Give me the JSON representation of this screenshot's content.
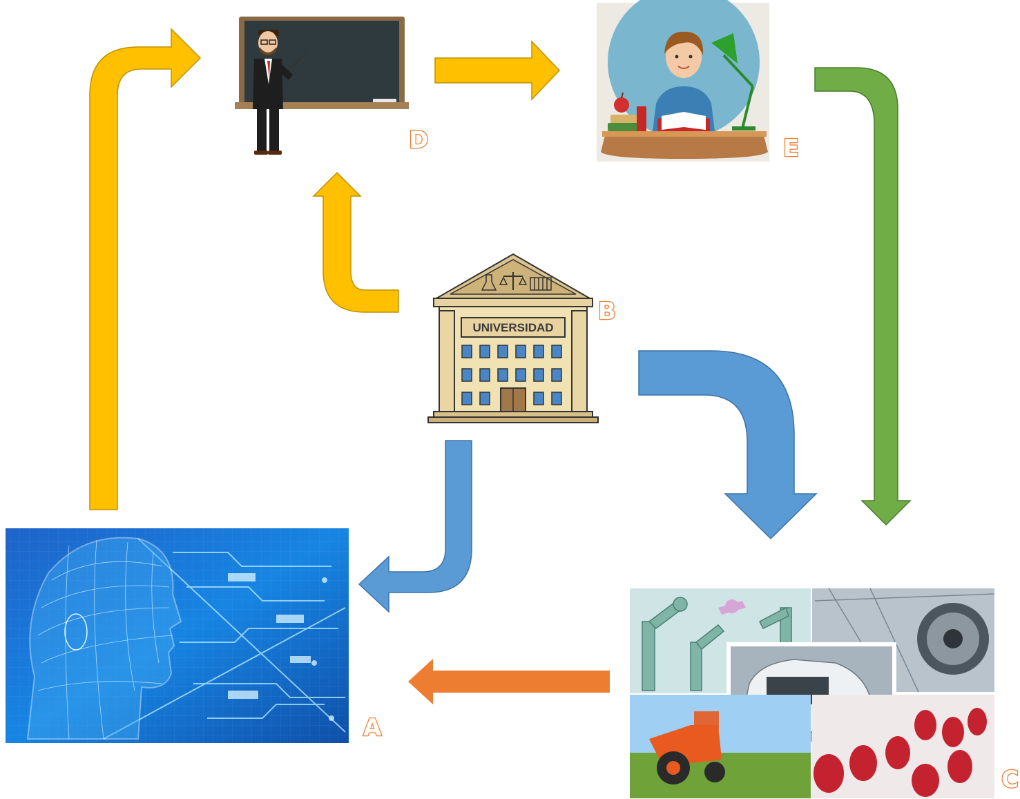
{
  "nodes": [
    {
      "id": "A",
      "label": "A",
      "depicts": "digital-head-technology-image"
    },
    {
      "id": "B",
      "label": "B",
      "depicts": "university-building-icon",
      "sign_text": "UNIVERSIDAD"
    },
    {
      "id": "C",
      "label": "C",
      "depicts": "industry-collage-image"
    },
    {
      "id": "D",
      "label": "D",
      "depicts": "teacher-at-blackboard-icon"
    },
    {
      "id": "E",
      "label": "E",
      "depicts": "student-reading-icon"
    }
  ],
  "edges": [
    {
      "from": "A",
      "to": "D",
      "color": "#ffc000"
    },
    {
      "from": "B",
      "to": "D",
      "color": "#ffc000"
    },
    {
      "from": "D",
      "to": "E",
      "color": "#ffc000"
    },
    {
      "from": "E",
      "to": "C",
      "color": "#70ad47"
    },
    {
      "from": "B",
      "to": "C",
      "color": "#5b9bd5"
    },
    {
      "from": "B",
      "to": "A",
      "color": "#5b9bd5"
    },
    {
      "from": "C",
      "to": "A",
      "color": "#ed7d31"
    }
  ],
  "colors": {
    "yellow": "#ffc000",
    "green": "#70ad47",
    "blue": "#5b9bd5",
    "orange": "#ed7d31"
  }
}
